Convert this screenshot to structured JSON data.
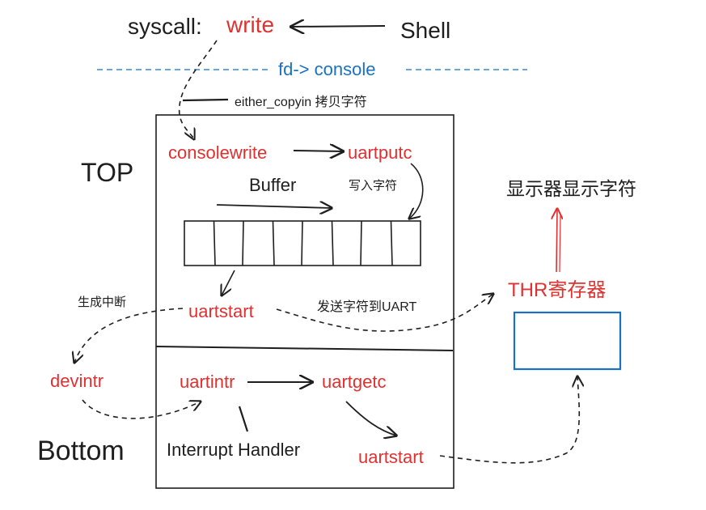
{
  "colors": {
    "ink": "#1e1e1e",
    "red": "#e03131",
    "blue": "#1971c2",
    "dashed_blue": "#3d87c7"
  },
  "header": {
    "syscall_label": "syscall:",
    "write_label": "write",
    "shell_label": "Shell",
    "fd_console_label": "fd-> console",
    "copyin_label": "either_copyin 拷贝字符"
  },
  "top": {
    "section_label": "TOP",
    "consolewrite": "consolewrite",
    "uartputc": "uartputc",
    "buffer_label": "Buffer",
    "write_char_label": "写入字符",
    "uartstart": "uartstart",
    "buffer_slots": 8
  },
  "side": {
    "generate_interrupt_label": "生成中断",
    "devintr": "devintr",
    "send_char_label": "发送字符到UART",
    "thr_register_label": "THR寄存器",
    "display_label": "显示器显示字符"
  },
  "bottom": {
    "section_label": "Bottom",
    "uartintr": "uartintr",
    "uartgetc": "uartgetc",
    "interrupt_handler_label": "Interrupt Handler",
    "uartstart": "uartstart"
  }
}
